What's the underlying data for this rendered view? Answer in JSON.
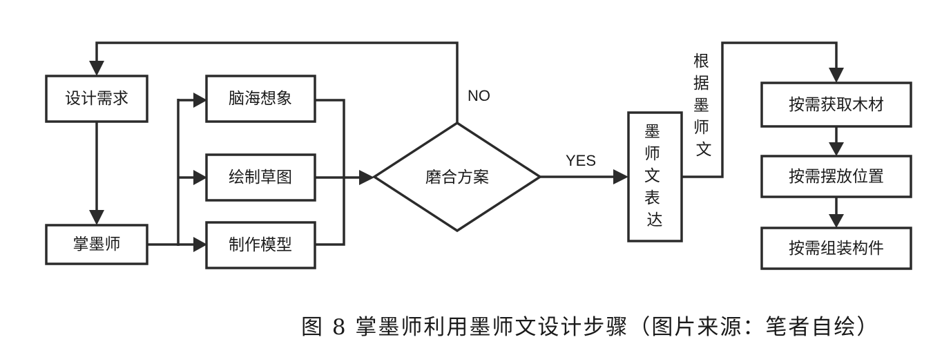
{
  "nodes": {
    "design_need": "设计需求",
    "master": "掌墨师",
    "imagine": "脑海想象",
    "sketch": "绘制草图",
    "model": "制作模型",
    "match": "磨合方案",
    "express": [
      "墨",
      "师",
      "文",
      "表",
      "达"
    ],
    "get_wood": "按需获取木材",
    "place": "按需摆放位置",
    "assemble": "按需组装构件"
  },
  "edges": {
    "no_label": "NO",
    "yes_label": "YES",
    "basis_label": [
      "根",
      "据",
      "墨",
      "师",
      "文"
    ]
  },
  "caption": "图 8 掌墨师利用墨师文设计步骤（图片来源：笔者自绘）"
}
